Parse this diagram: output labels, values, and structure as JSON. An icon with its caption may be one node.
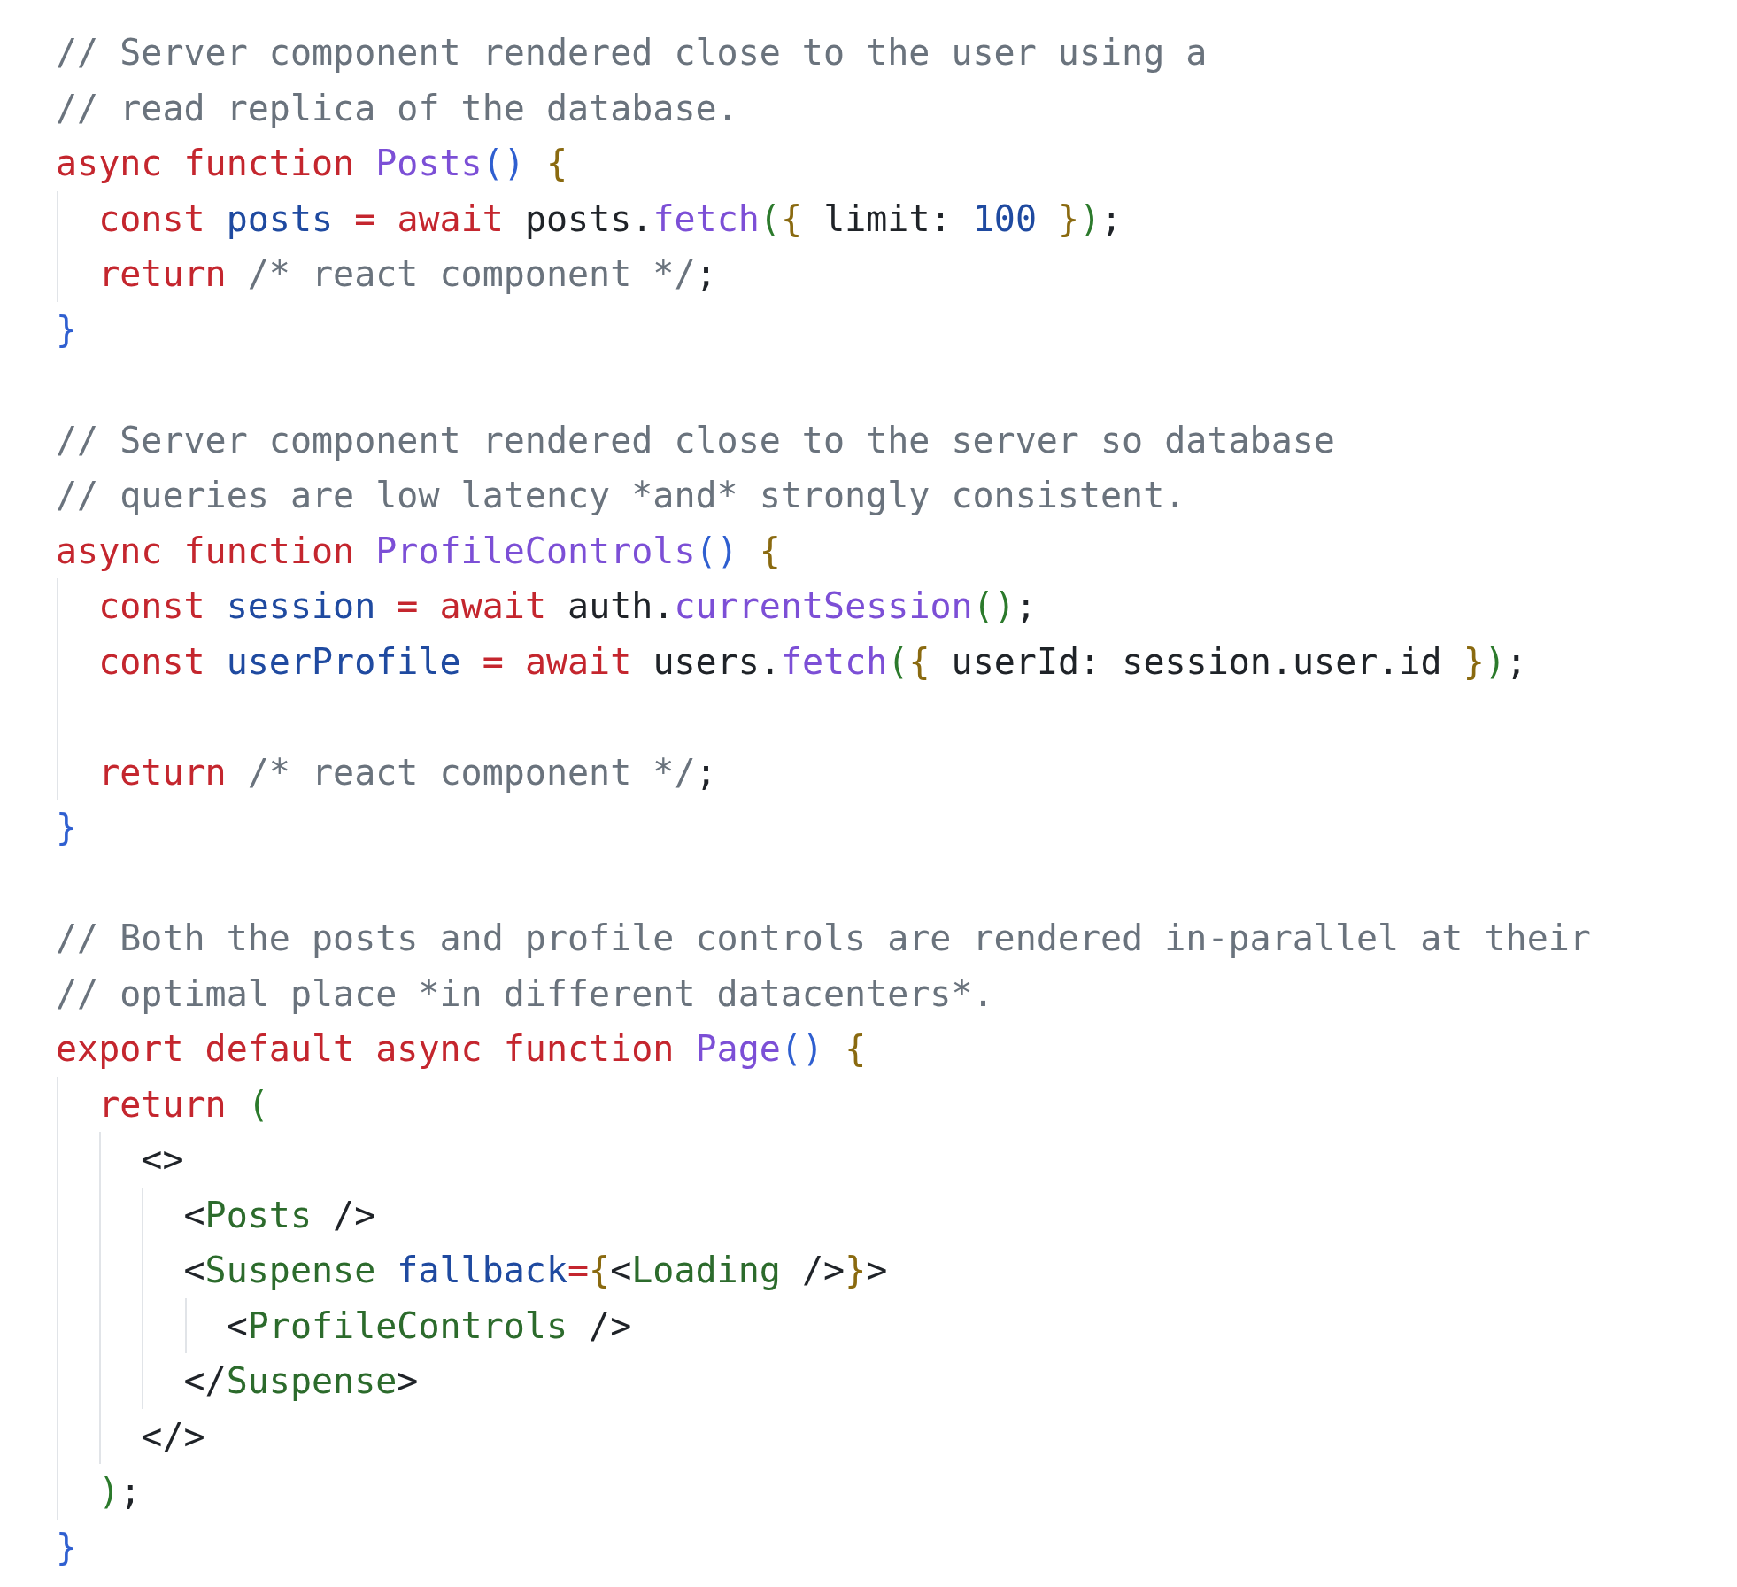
{
  "diagram": {
    "labels": [
      "// Server component rendered close to the user using a",
      "// read replica of the database.",
      "async function Posts() {",
      "  const posts = await posts.fetch({ limit: 100 });",
      "  return /* react component */;",
      "}",
      "// Server component rendered close to the server so database",
      "// queries are low latency *and* strongly consistent.",
      "async function ProfileControls() {",
      "  const session = await auth.currentSession();",
      "  const userProfile = await users.fetch({ userId: session.user.id });",
      "  return /* react component */;",
      "}",
      "// Both the posts and profile controls are rendered in-parallel at their",
      "// optimal place *in different datacenters*.",
      "export default async function Page() {",
      "  return (",
      "    <>",
      "      <Posts />",
      "      <Suspense fallback={<Loading />}>",
      "        <ProfileControls />",
      "      </Suspense>",
      "    </>",
      "  );",
      "}"
    ]
  }
}
